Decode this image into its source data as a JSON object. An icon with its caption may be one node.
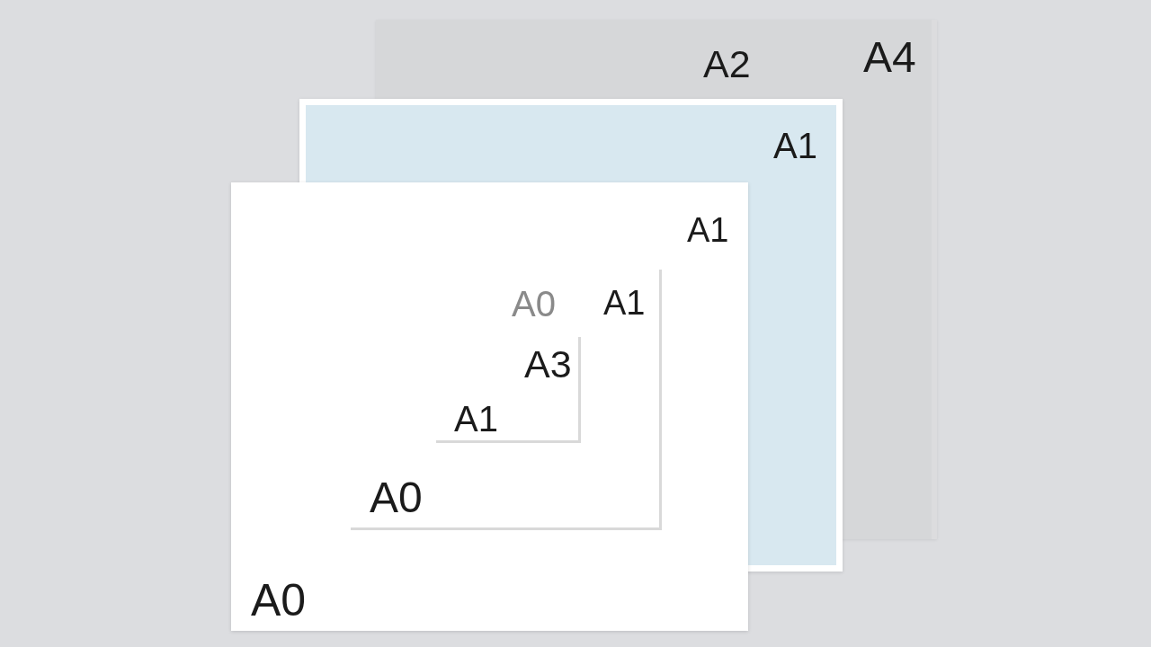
{
  "diagram": {
    "nodes": [
      {
        "text": [
          "A2",
          "A4"
        ]
      },
      {
        "text": [
          "A1"
        ]
      },
      {
        "text": [
          "A1",
          "A0"
        ]
      },
      {
        "text": [
          "A0",
          "A1",
          "A0"
        ]
      },
      {
        "text": [
          "A3",
          "A1"
        ],
        "in": 3
      }
    ]
  }
}
